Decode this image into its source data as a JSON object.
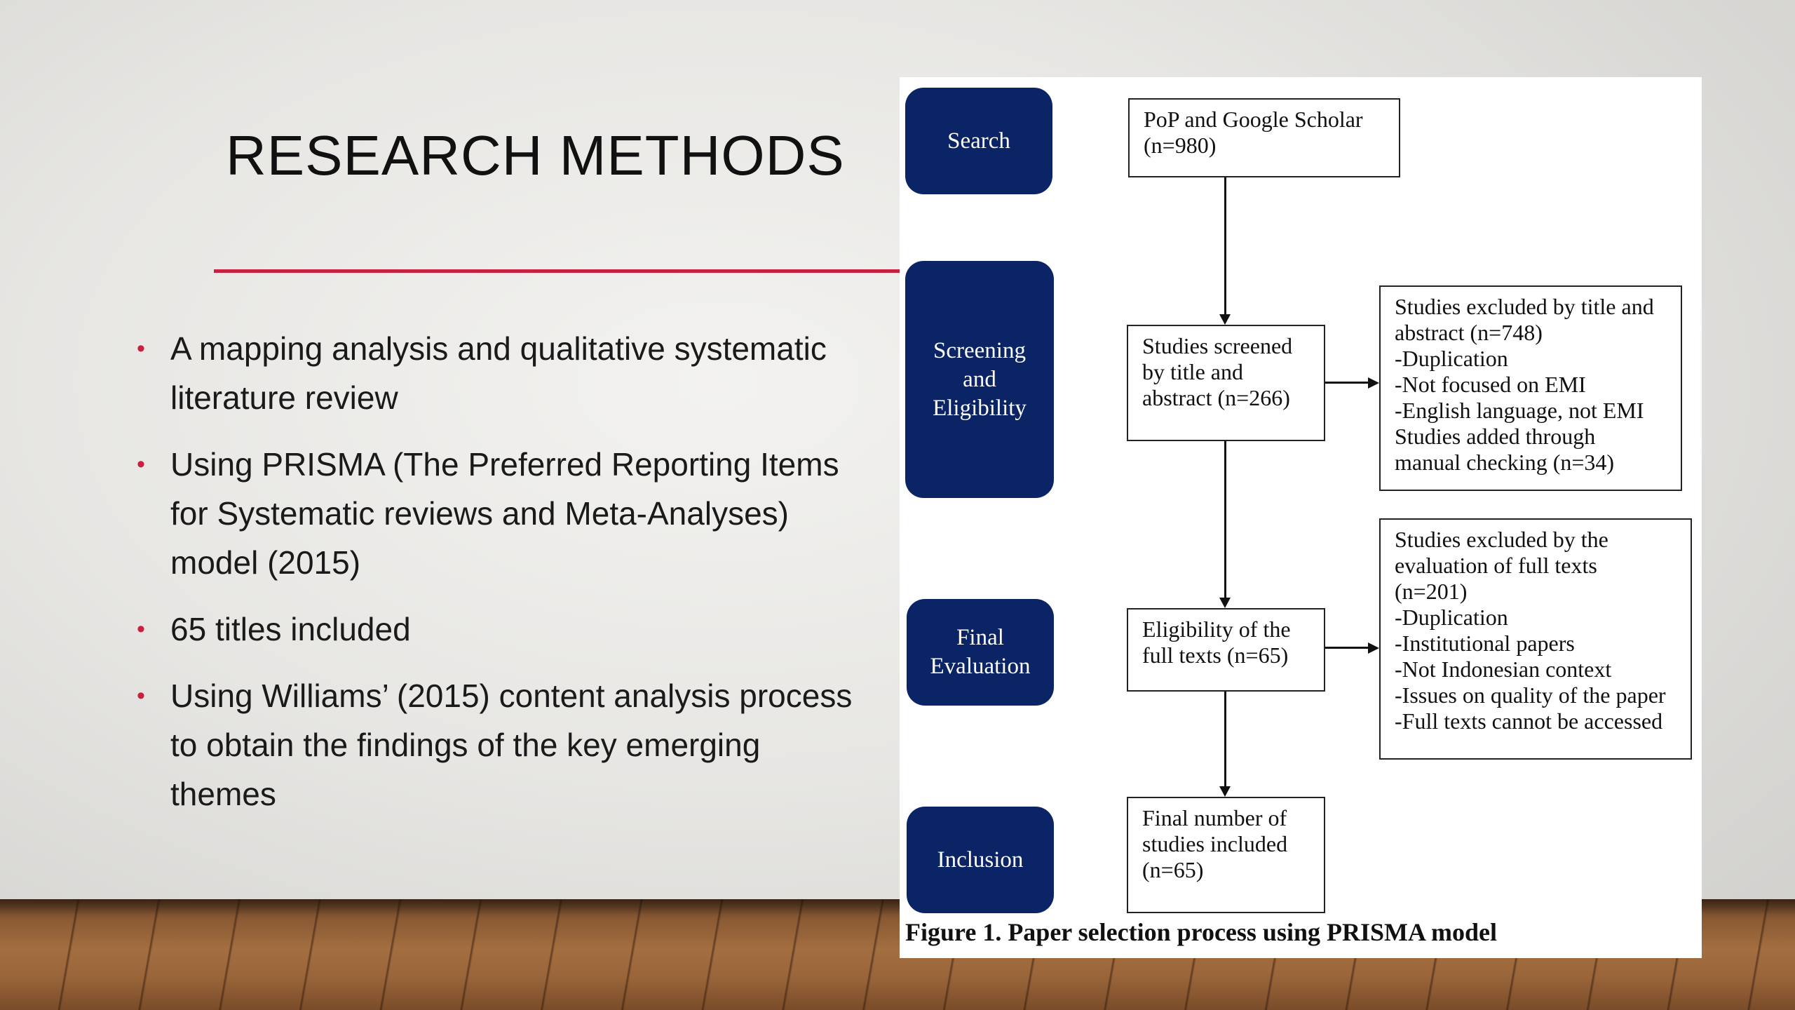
{
  "slide": {
    "title": "RESEARCH METHODS",
    "bullets": [
      "A mapping analysis and qualitative systematic literature review",
      "Using PRISMA (The Preferred Reporting Items for Systematic reviews and Meta-Analyses) model (2015)",
      "65 titles included",
      "Using Williams’ (2015) content analysis process to obtain the findings of the key emerging themes"
    ],
    "bullet_marker": "•",
    "accent_color": "#c8203f"
  },
  "figure": {
    "stages": {
      "search": [
        "Search"
      ],
      "screening": [
        "Screening",
        "and",
        "Eligibility"
      ],
      "final": [
        "Final",
        "Evaluation"
      ],
      "inclusion": [
        "Inclusion"
      ]
    },
    "stage_color": "#0b2466",
    "boxes": {
      "search": [
        "PoP and Google Scholar",
        "(n=980)"
      ],
      "screened": [
        "Studies screened",
        "by title and",
        "abstract (n=266)"
      ],
      "excluded_title": [
        "Studies excluded by title and",
        "abstract (n=748)",
        "-Duplication",
        "-Not focused on EMI",
        "-English language, not EMI",
        "Studies added through",
        "manual checking (n=34)"
      ],
      "eligibility": [
        "Eligibility of the",
        "full texts (n=65)"
      ],
      "excluded_full": [
        "Studies excluded by the",
        "evaluation of full texts",
        "(n=201)",
        "-Duplication",
        "-Institutional papers",
        "-Not Indonesian context",
        "-Issues on quality of the paper",
        "-Full texts cannot be accessed"
      ],
      "final": [
        "Final number of",
        "studies included",
        "(n=65)"
      ]
    },
    "caption": "Figure 1. Paper selection process using PRISMA model"
  }
}
